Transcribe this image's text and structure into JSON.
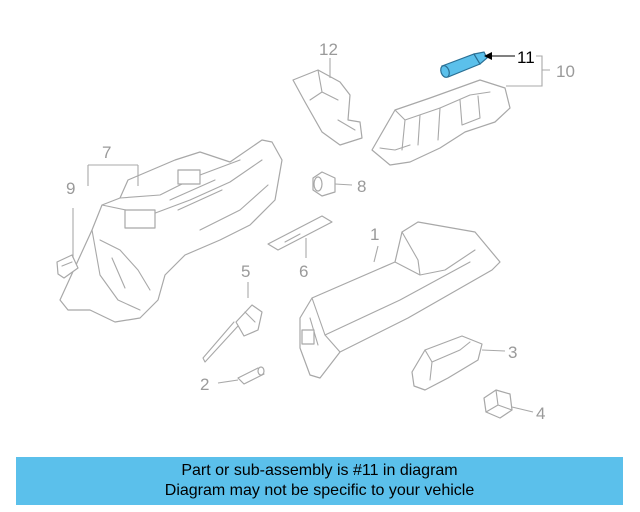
{
  "highlight_color": "#5bc0eb",
  "callouts": {
    "c1": "1",
    "c2": "2",
    "c3": "3",
    "c4": "4",
    "c5": "5",
    "c6": "6",
    "c7": "7",
    "c8": "8",
    "c9": "9",
    "c10": "10",
    "c11": "11",
    "c12": "12"
  },
  "highlighted_part": "11",
  "banner": {
    "line1": "Part or sub-assembly is #11 in diagram",
    "line2": "Diagram may not be specific to your vehicle"
  }
}
